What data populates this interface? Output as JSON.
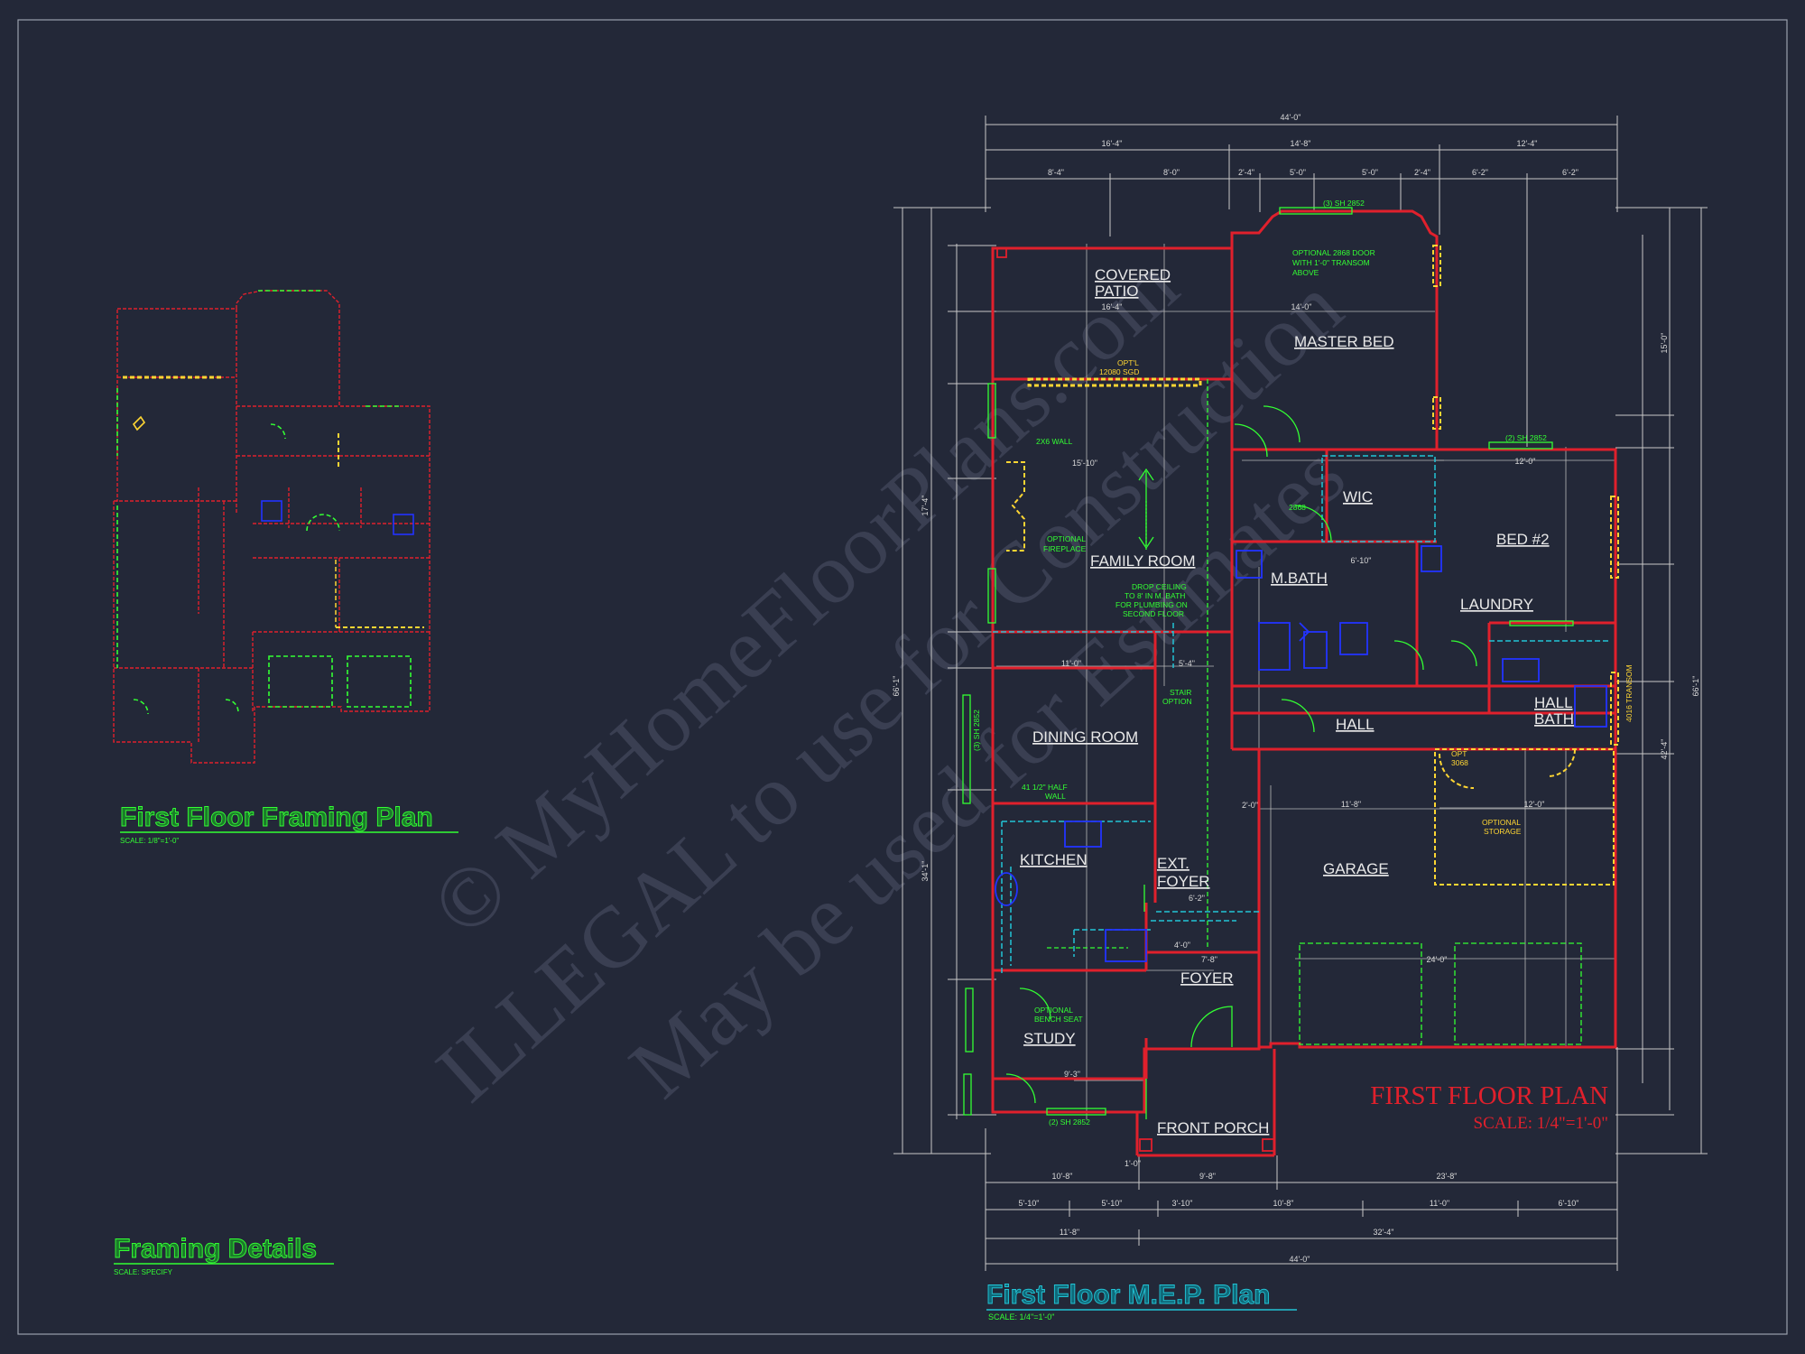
{
  "watermark": {
    "line1": "© MyHomeFloorPlans.com",
    "line2": "ILLEGAL to use for Construction",
    "line3": "May be used for Estimates"
  },
  "titles": {
    "framing_plan": "First Floor Framing Plan",
    "framing_plan_scale": "SCALE: 1/8\"=1'-0\"",
    "framing_details": "Framing Details",
    "framing_details_scale": "SCALE: SPECIFY",
    "floor_plan": "FIRST FLOOR PLAN",
    "floor_plan_scale": "SCALE: 1/4\"=1'-0\"",
    "mep_plan": "First Floor M.E.P. Plan",
    "mep_scale": "SCALE: 1/4\"=1'-0\""
  },
  "rooms": {
    "covered_patio_1": "COVERED",
    "covered_patio_2": "PATIO",
    "master_bed": "MASTER BED",
    "wic": "WIC",
    "bed2": "BED #2",
    "family_room": "FAMILY ROOM",
    "m_bath": "M.BATH",
    "laundry": "LAUNDRY",
    "dining_room": "DINING ROOM",
    "hall": "HALL",
    "hall_bath_1": "HALL",
    "hall_bath_2": "BATH",
    "kitchen": "KITCHEN",
    "ext_foyer_1": "EXT.",
    "ext_foyer_2": "FOYER",
    "garage": "GARAGE",
    "foyer": "FOYER",
    "study": "STUDY",
    "front_porch": "FRONT PORCH"
  },
  "notes": {
    "optional_door": [
      "OPTIONAL 2868 DOOR",
      "WITH 1'-0\" TRANSOM",
      "ABOVE"
    ],
    "sgd": [
      "OPT'L",
      "12080 SGD"
    ],
    "wall_2x6": "2X6 WALL",
    "fireplace": [
      "OPTIONAL",
      "FIREPLACE"
    ],
    "drop_ceiling": [
      "DROP CEILING",
      "TO 8' IN M. BATH",
      "FOR PLUMBING ON",
      "SECOND FLOOR"
    ],
    "stair": [
      "STAIR",
      "OPTION"
    ],
    "half_wall": [
      "41 1/2\" HALF",
      "WALL"
    ],
    "bench_seat": [
      "OPTIONAL",
      "BENCH SEAT"
    ],
    "storage": [
      "OPTIONAL",
      "STORAGE"
    ],
    "window_top": "(3) SH 2852",
    "window_bed2": "(2) SH 2852",
    "window_study": "(2) SH 2852",
    "window_dining": "(3) SH 2852",
    "door_2868": "2868",
    "opt_3068": [
      "OPT",
      "3068"
    ],
    "transom": "4016 TRANSOM"
  },
  "dimensions": {
    "top_overall": "44'-0\"",
    "top_row2": [
      "16'-4\"",
      "14'-8\"",
      "12'-4\""
    ],
    "top_row3": [
      "8'-4\"",
      "8'-0\"",
      "2'-4\"",
      "5'-0\"",
      "5'-0\"",
      "2'-4\"",
      "6'-2\"",
      "6'-2\""
    ],
    "bottom_row1": [
      "10'-8\"",
      "9'-8\"",
      "23'-8\""
    ],
    "bottom_row2": [
      "5'-10\"",
      "5'-10\"",
      "3'-10\"",
      "10'-8\"",
      "11'-0\"",
      "6'-10\""
    ],
    "bottom_row3": [
      "11'-8\"",
      "32'-4\""
    ],
    "bottom_overall": "44'-0\"",
    "left_overall": "66'-1\"",
    "right_overall": "66'-1\"",
    "left_mid": [
      "17'-4\"",
      "34'-1\""
    ],
    "right_mid": [
      "15'-0\"",
      "42'-4\""
    ],
    "interior": [
      "16'-4\"",
      "14'-0\"",
      "15'-10\"",
      "11'-0\"",
      "12'-0\"",
      "11'-8\"",
      "24'-0\"",
      "12'-0\"",
      "6'-10\"",
      "4'-0\"",
      "5'-4\"",
      "7'-8\"",
      "9'-3\"",
      "2'-0\"",
      "6'-2\"",
      "1'-0\""
    ]
  },
  "colors": {
    "background": "#232838",
    "wall": "#e0202c",
    "annotation_green": "#33ff33",
    "optional_yellow": "#ffd633",
    "fixture_blue": "#2233ff",
    "mep_cyan": "#22c4d6",
    "dimension": "#d8d8d8",
    "plan_title_red": "#e0202c"
  }
}
